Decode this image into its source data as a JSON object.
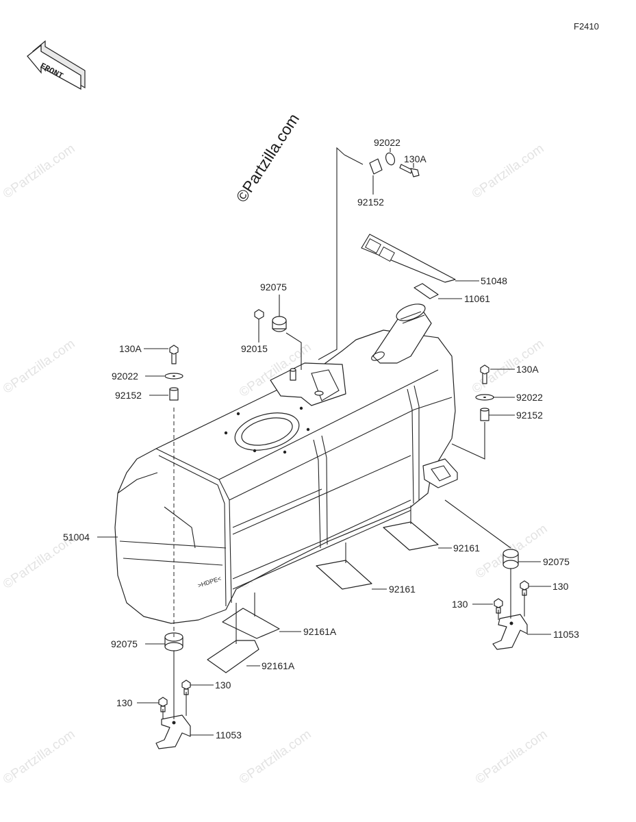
{
  "diagram_code": "F2410",
  "front_arrow_text": "FRONT",
  "watermark_text": "©Partzilla.com",
  "parts": {
    "p92022_top": "92022",
    "p130A_top": "130A",
    "p92152_top": "92152",
    "p51048": "51048",
    "p11061": "11061",
    "p92075_top": "92075",
    "p92015": "92015",
    "p130A_left": "130A",
    "p92022_left": "92022",
    "p92152_left": "92152",
    "p130A_right": "130A",
    "p92022_right": "92022",
    "p92152_right": "92152",
    "p51004": "51004",
    "p92161_a": "92161",
    "p92161_b": "92161",
    "p92075_right": "92075",
    "p130_right1": "130",
    "p130_right2": "130",
    "p11053_right": "11053",
    "p92161A_a": "92161A",
    "p92161A_b": "92161A",
    "p92075_left": "92075",
    "p130_left1": "130",
    "p130_left2": "130",
    "p11053_left": "11053"
  }
}
